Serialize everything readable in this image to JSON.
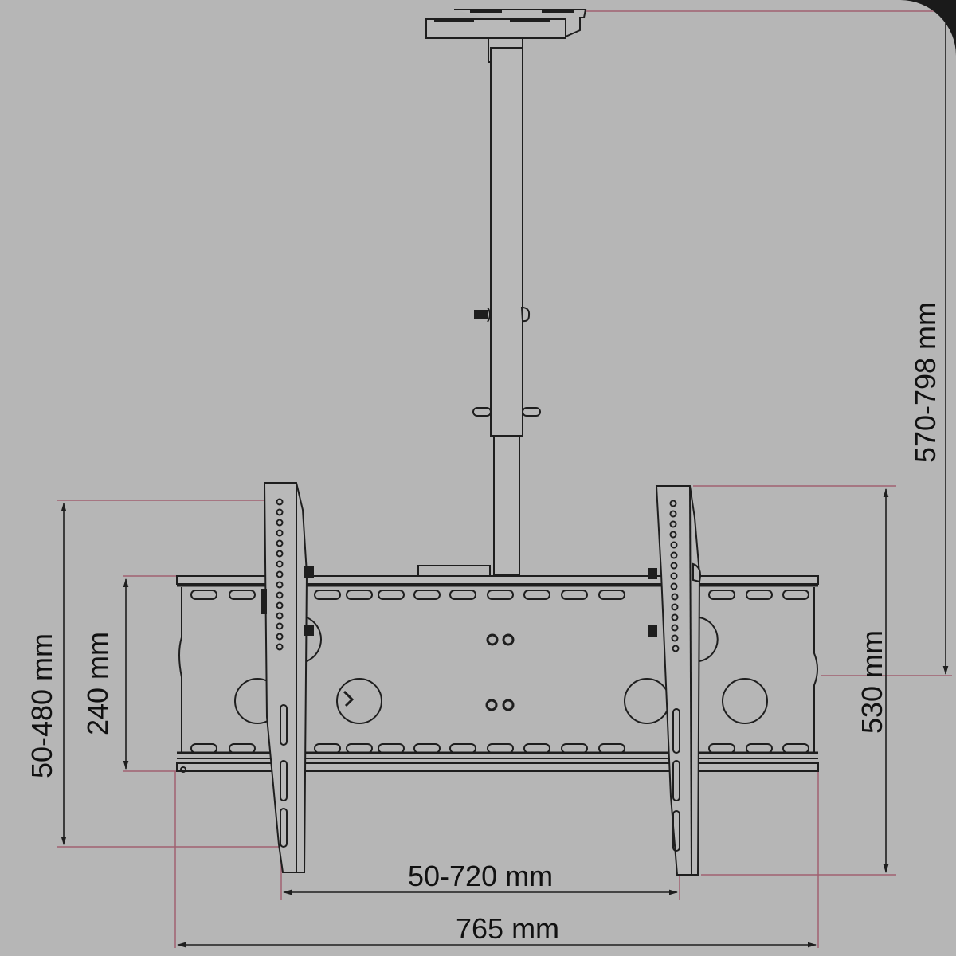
{
  "diagram": {
    "title": "Ceiling TV mount dimension drawing",
    "colors": {
      "background": "#b6b6b6",
      "outline": "#1e1e1e",
      "extension_line": "#a06070",
      "corner": "#1a1a1a"
    },
    "components": [
      "ceiling-plate",
      "telescopic-pole",
      "pole-adjustment-bolt",
      "pole-locking-pin",
      "wall-plate-frame",
      "left-vertical-arm",
      "right-vertical-arm",
      "center-mounting-bolts"
    ],
    "dimensions": {
      "height_range": "570-798 mm",
      "left_vertical_range": "50-480 mm",
      "inner_height": "240 mm",
      "right_height": "530 mm",
      "arm_spacing": "50-720 mm",
      "total_width": "765 mm"
    }
  }
}
